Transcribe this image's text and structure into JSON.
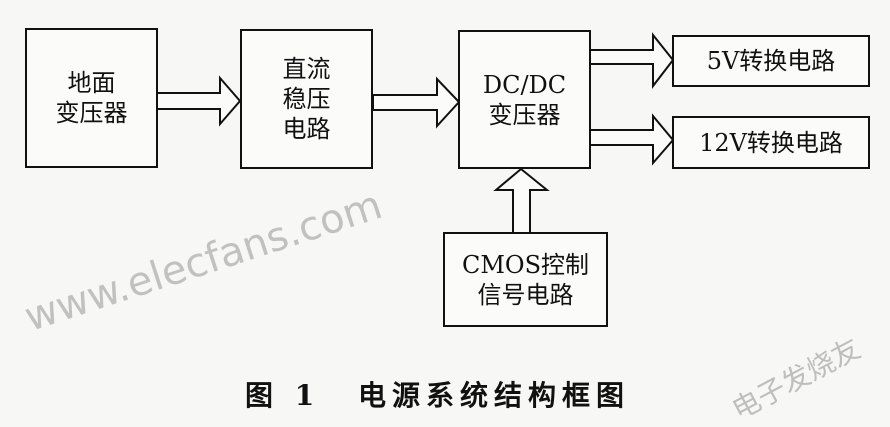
{
  "blocks": {
    "ground_transformer": [
      "地面",
      "变压器"
    ],
    "dc_regulator": [
      "直流",
      "稳压",
      "电路"
    ],
    "dcdc_converter": [
      "DC/DC",
      "变压器"
    ],
    "v5_circuit": "5V转换电路",
    "v12_circuit": "12V转换电路",
    "cmos_control": [
      "CMOS控制",
      "信号电路"
    ]
  },
  "caption": {
    "number": "图 1",
    "title": "电源系统结构框图"
  },
  "watermarks": {
    "url": "www.elecfans.com",
    "brand": "电子发烧友"
  }
}
